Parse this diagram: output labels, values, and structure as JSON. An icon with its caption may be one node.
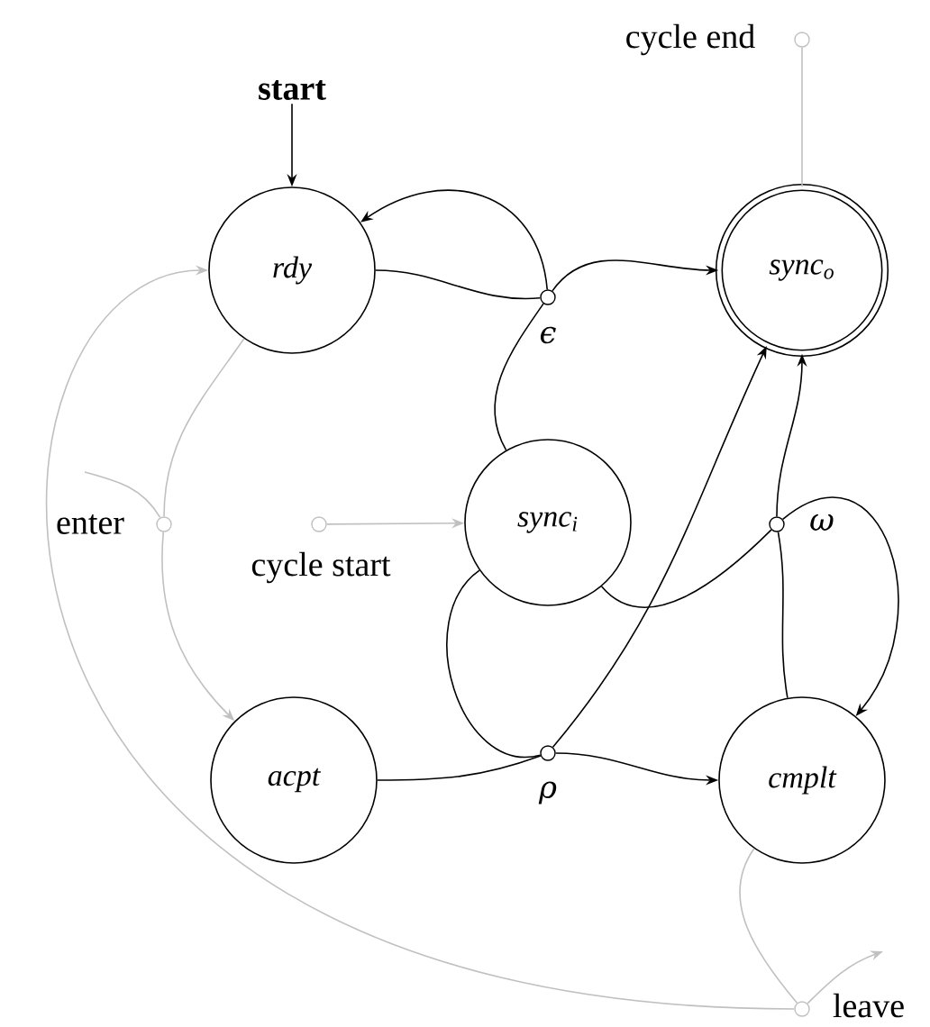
{
  "diagram": {
    "nodes": [
      {
        "text": [
          "start"
        ]
      },
      {
        "text": [],
        "shape": "circle",
        "beside": [
          "cycle end"
        ]
      },
      {
        "text": [
          "rdy"
        ]
      },
      {
        "text": [],
        "shape": "circle",
        "beside": [
          "ϵ"
        ]
      },
      {
        "text": [
          "sync$_{o}$"
        ]
      },
      {
        "text": [],
        "shape": "circle",
        "beside": [
          "enter"
        ]
      },
      {
        "text": [],
        "shape": "circle",
        "beside": [
          "cycle start"
        ]
      },
      {
        "text": [
          "sync$_{i}$"
        ]
      },
      {
        "text": [],
        "shape": "circle",
        "beside": [
          "ω"
        ]
      },
      {
        "text": [
          "acpt"
        ]
      },
      {
        "text": [],
        "shape": "circle",
        "beside": [
          "ρ"
        ]
      },
      {
        "text": [
          "cmplt"
        ]
      },
      {
        "text": [],
        "shape": "circle",
        "beside": [
          "leave"
        ]
      }
    ],
    "edges": [
      {
        "from": 0,
        "to": 2,
        "arrow": "to"
      },
      {
        "from": 2,
        "to": 3,
        "arrow": "none"
      },
      {
        "from": 7,
        "to": 3,
        "arrow": "none"
      },
      {
        "from": 3,
        "to": 2,
        "arrow": "to"
      },
      {
        "from": 3,
        "to": 4,
        "arrow": "to"
      },
      {
        "from": 7,
        "to": 8,
        "arrow": "none"
      },
      {
        "from": 11,
        "to": 8,
        "arrow": "none"
      },
      {
        "from": 8,
        "to": 4,
        "arrow": "to"
      },
      {
        "from": 8,
        "to": 11,
        "arrow": "to"
      },
      {
        "from": 7,
        "to": 10,
        "arrow": "none"
      },
      {
        "from": 9,
        "to": 10,
        "arrow": "none"
      },
      {
        "from": 10,
        "to": 4,
        "arrow": "to"
      },
      {
        "from": 10,
        "to": 11,
        "arrow": "to"
      },
      {
        "from": 4,
        "to": 1,
        "arrow": "none",
        "color": "#c0c0c0"
      },
      {
        "from": 6,
        "to": 7,
        "arrow": "to",
        "color": "#c0c0c0"
      },
      {
        "from": 2,
        "to": 5,
        "arrow": "none",
        "color": "#c0c0c0"
      },
      {
        "from": null,
        "to": 5,
        "arrow": "none",
        "color": "#c0c0c0"
      },
      {
        "from": 5,
        "to": 9,
        "arrow": "to",
        "color": "#c0c0c0"
      },
      {
        "from": 11,
        "to": 12,
        "arrow": "none",
        "color": "#c0c0c0"
      },
      {
        "from": 12,
        "to": 2,
        "arrow": "to",
        "color": "#c0c0c0"
      },
      {
        "from": 12,
        "to": null,
        "arrow": "to",
        "color": "#c0c0c0"
      }
    ]
  }
}
